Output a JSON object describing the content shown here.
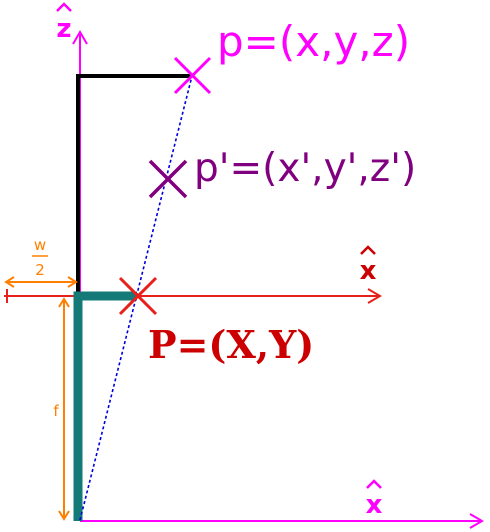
{
  "labels": {
    "z_axis": "z",
    "x_axis_top": "x",
    "x_axis_bottom": "x",
    "point_p": "p=(x,y,z)",
    "point_p_prime": "p'=(x',y',z')",
    "point_P": "P=(X,Y)",
    "half_width_num": "w",
    "half_width_den": "2",
    "focal_length": "f"
  },
  "colors": {
    "magenta": "#ff00ff",
    "purple": "#800080",
    "red": "#e8201c",
    "orange": "#ff8000",
    "teal": "#137a78",
    "black": "#000000",
    "ray_blue": "#0000dd",
    "dark_red": "#cc0000"
  }
}
